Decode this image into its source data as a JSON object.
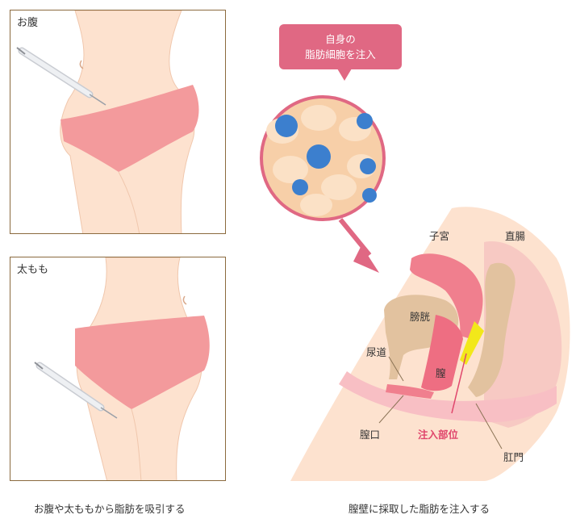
{
  "panels": {
    "belly": {
      "label": "お腹"
    },
    "thigh": {
      "label": "太もも"
    }
  },
  "callout": {
    "line1": "自身の",
    "line2": "脂肪細胞を注入"
  },
  "anatomy_labels": {
    "uterus": "子宮",
    "rectum": "直腸",
    "bladder": "膀胱",
    "urethra": "尿道",
    "vagina": "膣",
    "vaginal_opening": "膣口",
    "injection_site": "注入部位",
    "anus": "肛門"
  },
  "captions": {
    "left": "お腹や太ももから脂肪を吸引する",
    "right": "膣壁に採取した脂肪を注入する"
  },
  "colors": {
    "frame": "#8b6a3e",
    "skin": "#fde2cf",
    "brief": "#f39a9c",
    "accent": "#e06883",
    "injection": "#f2e81a"
  }
}
